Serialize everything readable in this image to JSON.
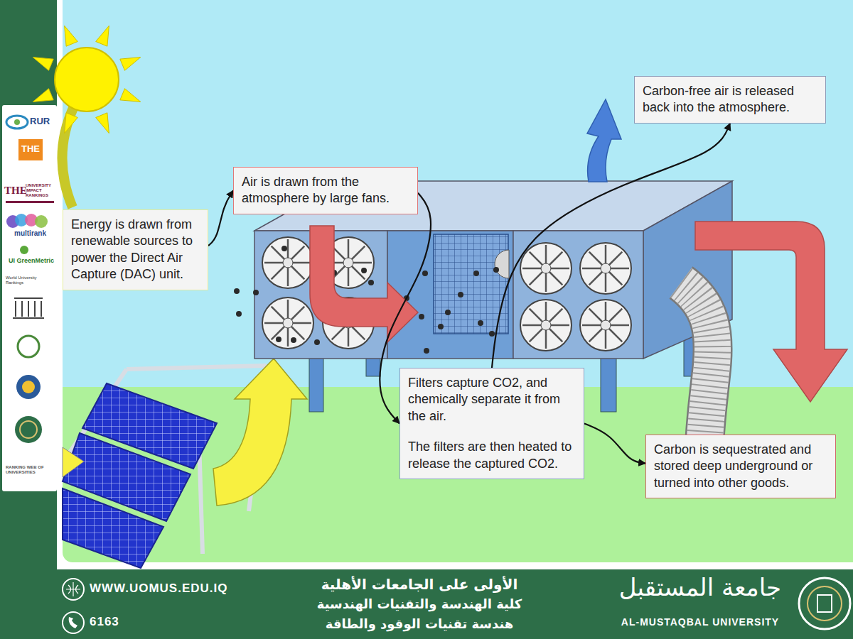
{
  "diagram": {
    "nodes": [
      {
        "text": [
          "Energy is drawn from renewable sources to power the Direct Air Capture (DAC) unit."
        ]
      },
      {
        "text": [
          "Air is drawn from the atmosphere by large fans."
        ]
      },
      {
        "text": [
          "Carbon-free air is released back into the atmosphere."
        ]
      },
      {
        "text": [
          "Filters capture CO2, and chemically separate it from the air.",
          "The filters are then heated to release the captured CO2."
        ]
      },
      {
        "text": [
          "Carbon is sequestrated and stored deep underground or turned into other goods."
        ]
      }
    ],
    "edges": [
      {
        "from": 0,
        "to": 1,
        "arrow": "to"
      },
      {
        "from": 1,
        "to": 3,
        "arrow": "to"
      },
      {
        "from": 3,
        "to": 2,
        "arrow": "to"
      },
      {
        "from": 3,
        "to": 4,
        "arrow": "to"
      }
    ],
    "labels": [
      "RUR",
      "THE",
      "THE",
      "UNIVERSITY IMPACT RANKINGS",
      "multirank",
      "UI GreenMetric",
      "World University Rankings",
      "RANKING WEB OF UNIVERSITIES",
      "WWW.UOMUS.EDU.IQ",
      "6163",
      "الأولى على الجامعات الأهلية",
      "كلية الهندسة والتقنيات الهندسية",
      "هندسة تقنيات الوقود والطاقة",
      "جامعة المستقبل",
      "AL-MUSTAQBAL UNIVERSITY"
    ]
  }
}
